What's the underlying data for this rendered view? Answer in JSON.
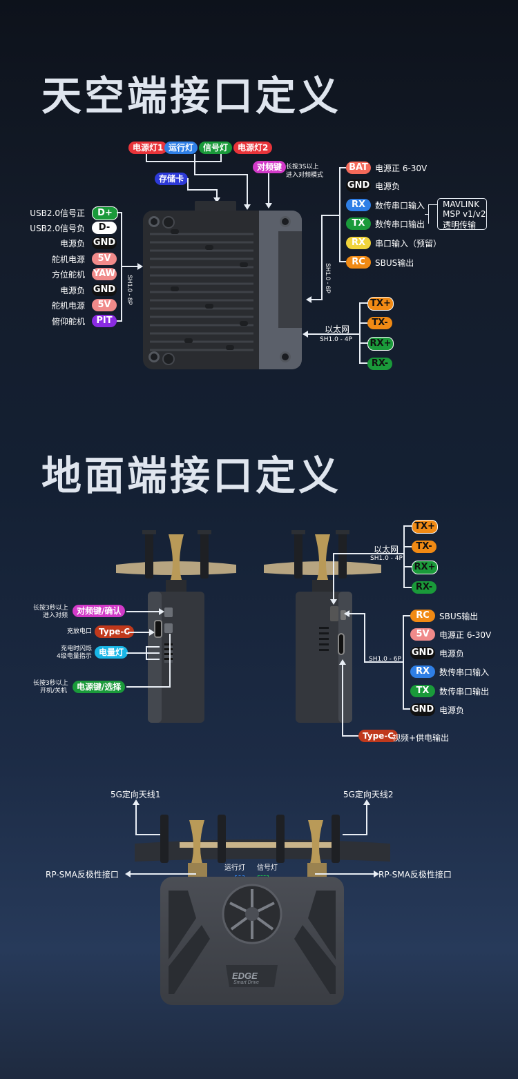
{
  "air": {
    "title": "天空端接口定义",
    "top_leds": [
      "电源灯1",
      "运行灯",
      "信号灯",
      "电源灯2"
    ],
    "pair_key": "对频键",
    "pair_key_note": [
      "长按3S以上",
      "进入对频模式"
    ],
    "storage": "存储卡",
    "left_pins": [
      {
        "label": "USB2.0信号正",
        "pin": "D+"
      },
      {
        "label": "USB2.0信号负",
        "pin": "D-"
      },
      {
        "label": "电源负",
        "pin": "GND"
      },
      {
        "label": "舵机电源",
        "pin": "5V"
      },
      {
        "label": "方位舵机",
        "pin": "YAW"
      },
      {
        "label": "电源负",
        "pin": "GND"
      },
      {
        "label": "舵机电源",
        "pin": "5V"
      },
      {
        "label": "俯仰舵机",
        "pin": "PIT"
      }
    ],
    "left_conn": "SH1.0 - 8P",
    "right_pins": [
      {
        "pin": "BAT",
        "label": "电源正 6-30V"
      },
      {
        "pin": "GND",
        "label": "电源负"
      },
      {
        "pin": "RX",
        "label": "数传串口输入"
      },
      {
        "pin": "TX",
        "label": "数传串口输出"
      },
      {
        "pin": "RX",
        "label": "串口输入（预留）"
      },
      {
        "pin": "RC",
        "label": "SBUS输出"
      }
    ],
    "right_conn": "SH1.0 - 6P",
    "protocol_box": [
      "MAVLINK",
      "MSP v1/v2",
      "透明传输"
    ],
    "eth_pins": [
      "TX+",
      "TX-",
      "RX+",
      "RX-"
    ],
    "eth_label": "以太网",
    "eth_conn": "SH1.0 - 4P"
  },
  "ground": {
    "title": "地面端接口定义",
    "left_items": [
      {
        "note": [
          "长按3秒以上",
          "进入对频"
        ],
        "tag": "对频键/确认"
      },
      {
        "note": [
          "充放电口"
        ],
        "tag": "Type-C"
      },
      {
        "note": [
          "充电时闪烁",
          "4级电量指示"
        ],
        "tag": "电量灯"
      },
      {
        "note": [
          "长按3秒以上",
          "开机/关机"
        ],
        "tag": "电源键/选择"
      }
    ],
    "eth_label": "以太网",
    "eth_conn": "SH1.0 - 4P",
    "eth_pins": [
      "TX+",
      "TX-",
      "RX+",
      "RX-"
    ],
    "right_pins": [
      {
        "pin": "RC",
        "label": "SBUS输出"
      },
      {
        "pin": "5V",
        "label": "电源正 6-30V"
      },
      {
        "pin": "GND",
        "label": "电源负"
      },
      {
        "pin": "RX",
        "label": "数传串口输入"
      },
      {
        "pin": "TX",
        "label": "数传串口输出"
      },
      {
        "pin": "GND",
        "label": "电源负"
      }
    ],
    "right_conn": "SH1.0 - 6P",
    "typec_tag": "Type-C",
    "typec_label": "视频+供电输出"
  },
  "antenna": {
    "ant1": "5G定向天线1",
    "ant2": "5G定向天线2",
    "left_port": "RP-SMA反极性接口",
    "right_port": "RP-SMA反极性接口",
    "run_led": "运行灯",
    "signal_led": "信号灯",
    "brand": "EDGE",
    "brand_sub": "Smart Drive"
  },
  "colors": {
    "red": "#e8343a",
    "blue": "#2f7fe6",
    "green": "#1a9a3a",
    "magenta": "#d23ac8",
    "indigo": "#2d3ad8",
    "pink": "#f08a8a",
    "yellow": "#f1d43c",
    "orange": "#f18a14",
    "black": "#111111",
    "white": "#ffffff",
    "purple": "#8a2be2",
    "darkred": "#c0391c",
    "cyan": "#19b6e6",
    "salmon": "#f46a5a"
  }
}
